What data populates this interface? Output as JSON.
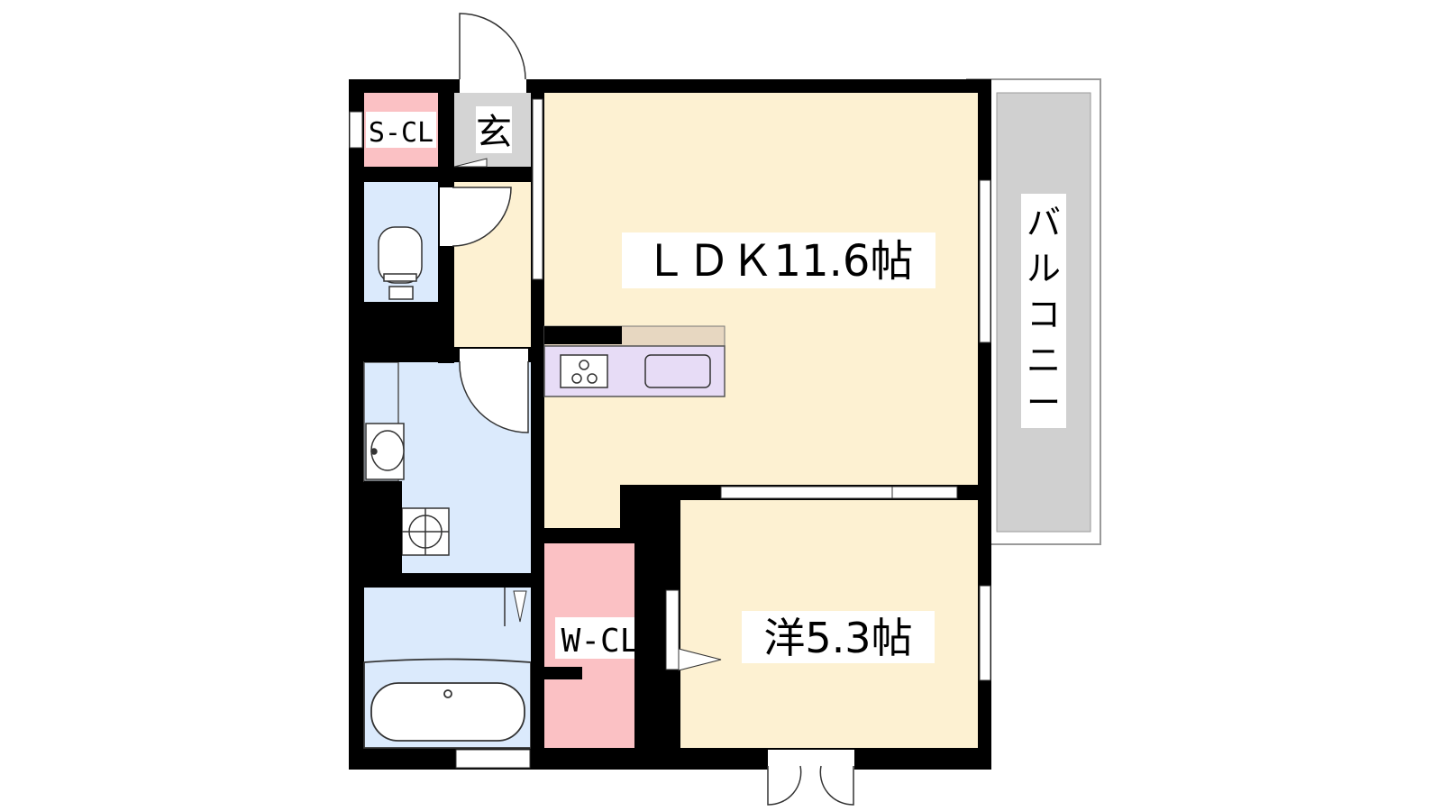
{
  "floorplan": {
    "rooms": {
      "ldk": "ＬＤＫ11.6帖",
      "western": "洋5.3帖",
      "wcl": "W-CL",
      "scl": "S-CL",
      "entrance": "玄",
      "balcony": [
        "バ",
        "ル",
        "コ",
        "ニ",
        "ー"
      ]
    },
    "colors": {
      "wall": "#000000",
      "living": "#fdf1d2",
      "wet_area": "#dbeafc",
      "closet": "#fbc1c4",
      "kitchen": "#e7dcf6",
      "counter": "#e7d7c1",
      "balcony": "#d0d0d0",
      "entrance": "#d4d4d4"
    }
  }
}
